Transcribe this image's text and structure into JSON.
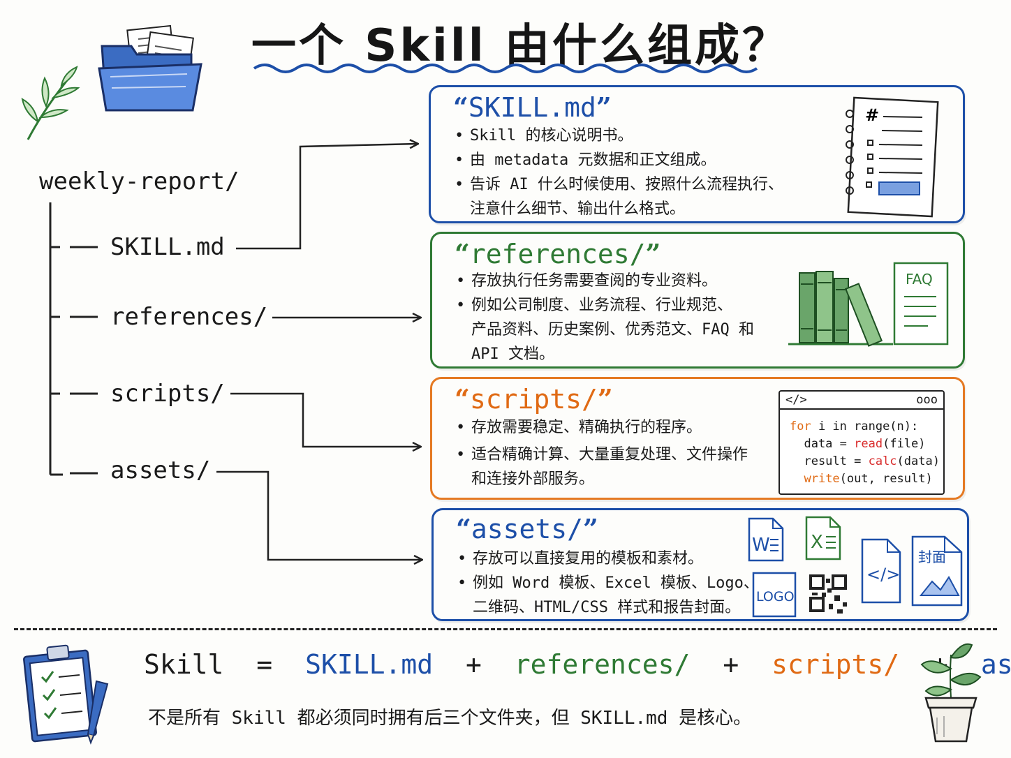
{
  "title": "一个 Skill 由什么组成？",
  "tree": {
    "root": "weekly-report/",
    "items": [
      "SKILL.md",
      "references/",
      "scripts/",
      "assets/"
    ]
  },
  "cards": {
    "skill": {
      "title": "SKILL.md",
      "bullets": [
        "Skill 的核心说明书。",
        "由 metadata 元数据和正文组成。",
        "告诉 AI 什么时候使用、按照什么流程执行、",
        "注意什么细节、输出什么格式。"
      ]
    },
    "references": {
      "title": "references/",
      "bullets": [
        "存放执行任务需要查阅的专业资料。",
        "例如公司制度、业务流程、行业规范、",
        "产品资料、历史案例、优秀范文、FAQ 和",
        "API 文档。"
      ],
      "faq_label": "FAQ"
    },
    "scripts": {
      "title": "scripts/",
      "bullets": [
        "存放需要稳定、精确执行的程序。",
        "适合精确计算、大量重复处理、文件操作",
        "和连接外部服务。"
      ],
      "code": {
        "tag": "</>",
        "dots": "ooo",
        "line1_kw": "for",
        "line1_rest": " i in range(n):",
        "line2_a": "  data = ",
        "line2_fn": "read",
        "line2_b": "(file)",
        "line3_a": "  result = ",
        "line3_fn": "calc",
        "line3_b": "(data)",
        "line4_kw": "write",
        "line4_rest": "(out, result)"
      }
    },
    "assets": {
      "title": "assets/",
      "bullets": [
        "存放可以直接复用的模板和素材。",
        "例如 Word 模板、Excel 模板、Logo、",
        "二维码、HTML/CSS 样式和报告封面。"
      ],
      "icons": {
        "word": "W",
        "excel": "X",
        "logo": "LOGO",
        "code": "</>",
        "cover": "封面"
      }
    }
  },
  "notebook_hash": "#",
  "formula": {
    "skill": "Skill",
    "eq": "=",
    "plus": "+",
    "skill_md": "SKILL.md",
    "references": "references/",
    "scripts": "scripts/",
    "assets": "assets/"
  },
  "footnote": "不是所有 Skill 都必须同时拥有后三个文件夹，但 SKILL.md 是核心。",
  "colors": {
    "blue": "#1d4fa8",
    "green": "#2f7a34",
    "orange": "#e06a14",
    "ink": "#1a1a1a"
  }
}
